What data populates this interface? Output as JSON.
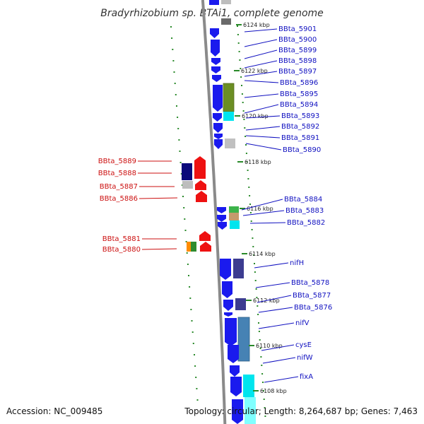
{
  "title": "Bradyrhizobium sp. BTAi1, complete genome",
  "footer": {
    "accession": "Accession: NC_009485",
    "topology": "Topology: circular; Length: 8,264,687 bp; Genes: 7,463"
  },
  "colors": {
    "forward_label": "#1010c0",
    "reverse_label": "#cc1010",
    "ticks": "#2a8a2a",
    "backbone": "#8a8a8a"
  },
  "scale_ticks": [
    "6124 kbp",
    "6122 kbp",
    "6120 kbp",
    "6118 kbp",
    "6116 kbp",
    "6114 kbp",
    "6112 kbp",
    "6110 kbp",
    "6108 kbp"
  ],
  "forward_genes": [
    "BBta_5901",
    "BBta_5900",
    "BBta_5899",
    "BBta_5898",
    "BBta_5897",
    "BBta_5896",
    "BBta_5895",
    "BBta_5894",
    "BBta_5893",
    "BBta_5892",
    "BBta_5891",
    "BBta_5890",
    "BBta_5884",
    "BBta_5883",
    "BBta_5882",
    "nifH",
    "BBta_5878",
    "BBta_5877",
    "BBta_5876",
    "nifV",
    "cysE",
    "nifW",
    "fixA"
  ],
  "reverse_genes": [
    "BBta_5889",
    "BBta_5888",
    "BBta_5887",
    "BBta_5886",
    "BBta_5881",
    "BBta_5880"
  ]
}
